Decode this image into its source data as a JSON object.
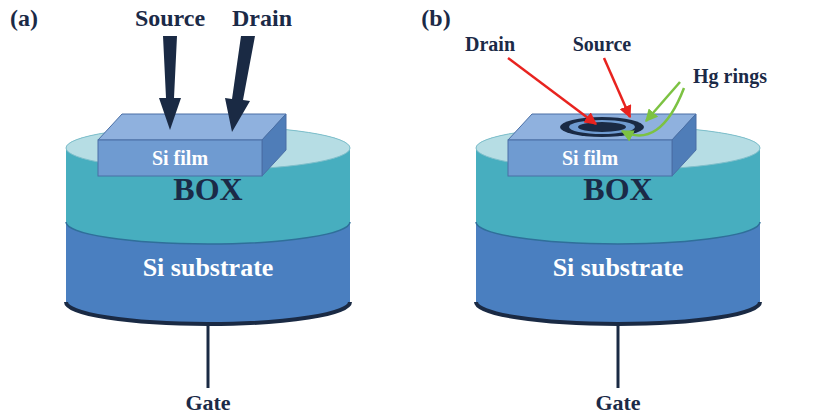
{
  "diagram": {
    "nodes": [
      {
        "text": [
          "Si film"
        ]
      },
      {
        "text": [
          "BOX"
        ]
      },
      {
        "text": [
          "Si substrate"
        ]
      },
      {
        "text": [
          "Si film"
        ]
      },
      {
        "text": [
          "BOX"
        ]
      },
      {
        "text": [
          "Si substrate"
        ]
      }
    ],
    "labels": [
      "(a)",
      "Source",
      "Drain",
      "(b)",
      "Drain",
      "Source",
      "Hg rings",
      "Gate",
      "Gate"
    ]
  }
}
